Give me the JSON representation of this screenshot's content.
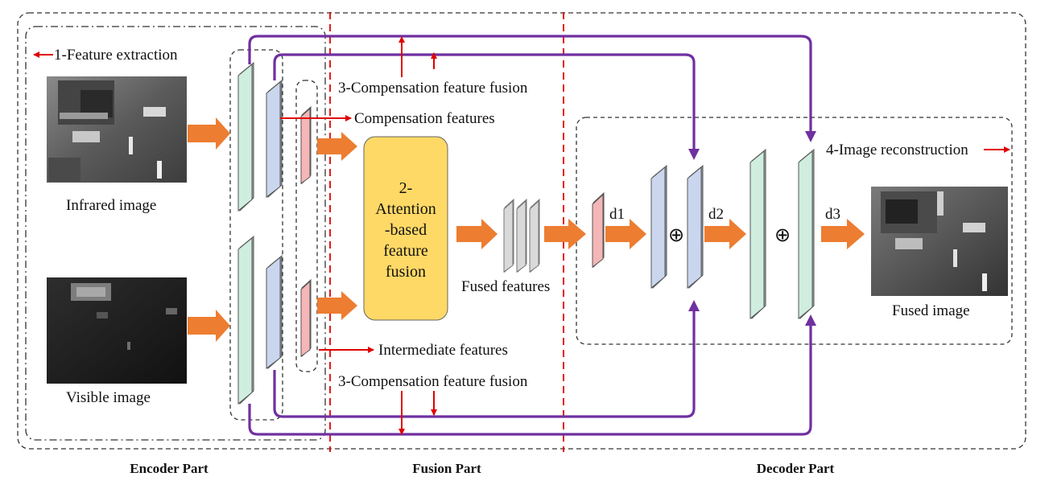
{
  "parts": {
    "encoder": "Encoder Part",
    "fusion": "Fusion Part",
    "decoder": "Decoder Part"
  },
  "steps": {
    "feature_extraction": "1-Feature extraction",
    "attention_fusion": [
      "2-",
      "Attention",
      "-based",
      "feature",
      "fusion"
    ],
    "compensation_top": "3-Compensation feature fusion",
    "compensation_bottom": "3-Compensation feature fusion",
    "reconstruction": "4-Image reconstruction"
  },
  "labels": {
    "infrared_image": "Infrared image",
    "visible_image": "Visible image",
    "compensation_features": "Compensation features",
    "intermediate_features": "Intermediate features",
    "fused_features": "Fused features",
    "fused_image": "Fused image",
    "d1": "d1",
    "d2": "d2",
    "d3": "d3",
    "plus_symbol": "⊕"
  },
  "colors": {
    "orange_arrow": "#ED7D31",
    "red_arrow": "#E00000",
    "purple_line": "#7030A0",
    "green_feature": "#CFEEDF",
    "blue_feature": "#C9D6EE",
    "pink_feature": "#F4B6B6",
    "gray_feature": "#D9D9D9",
    "attention_box": "#FFD966"
  }
}
